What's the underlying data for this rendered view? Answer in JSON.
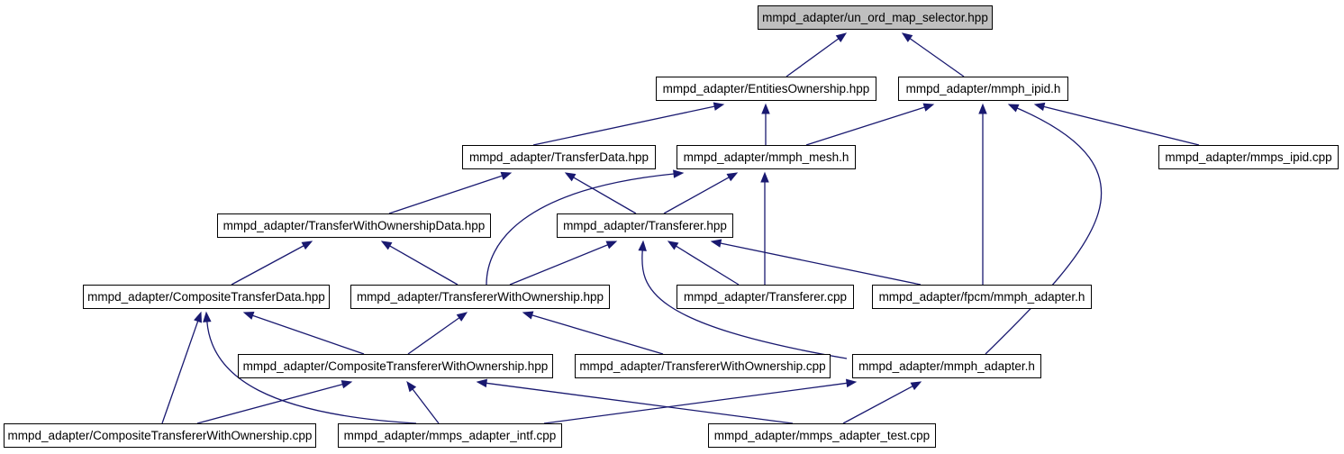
{
  "colors": {
    "edge": "#191970",
    "node_border": "#000000",
    "root_fill": "#bfbfbf"
  },
  "nodes": [
    {
      "id": "n0",
      "label": "mmpd_adapter/un_ord_map_selector.hpp",
      "root": true
    },
    {
      "id": "n1",
      "label": "mmpd_adapter/EntitiesOwnership.hpp"
    },
    {
      "id": "n2",
      "label": "mmpd_adapter/mmph_ipid.h"
    },
    {
      "id": "n3",
      "label": "mmpd_adapter/TransferData.hpp"
    },
    {
      "id": "n4",
      "label": "mmpd_adapter/mmph_mesh.h"
    },
    {
      "id": "n5",
      "label": "mmpd_adapter/mmps_ipid.cpp"
    },
    {
      "id": "n6",
      "label": "mmpd_adapter/TransferWithOwnershipData.hpp"
    },
    {
      "id": "n7",
      "label": "mmpd_adapter/Transferer.hpp"
    },
    {
      "id": "n8",
      "label": "mmpd_adapter/CompositeTransferData.hpp"
    },
    {
      "id": "n9",
      "label": "mmpd_adapter/TransfererWithOwnership.hpp"
    },
    {
      "id": "n10",
      "label": "mmpd_adapter/Transferer.cpp"
    },
    {
      "id": "n11",
      "label": "mmpd_adapter/fpcm/mmph_adapter.h"
    },
    {
      "id": "n12",
      "label": "mmpd_adapter/CompositeTransfererWithOwnership.hpp"
    },
    {
      "id": "n13",
      "label": "mmpd_adapter/TransfererWithOwnership.cpp"
    },
    {
      "id": "n14",
      "label": "mmpd_adapter/mmph_adapter.h"
    },
    {
      "id": "n15",
      "label": "mmpd_adapter/CompositeTransfererWithOwnership.cpp"
    },
    {
      "id": "n16",
      "label": "mmpd_adapter/mmps_adapter_intf.cpp"
    },
    {
      "id": "n17",
      "label": "mmpd_adapter/mmps_adapter_test.cpp"
    }
  ],
  "edges": [
    {
      "from": "n1",
      "to": "n0"
    },
    {
      "from": "n2",
      "to": "n0"
    },
    {
      "from": "n3",
      "to": "n1"
    },
    {
      "from": "n4",
      "to": "n1"
    },
    {
      "from": "n4",
      "to": "n2"
    },
    {
      "from": "n5",
      "to": "n2"
    },
    {
      "from": "n11",
      "to": "n2"
    },
    {
      "from": "n14",
      "to": "n2"
    },
    {
      "from": "n6",
      "to": "n3"
    },
    {
      "from": "n7",
      "to": "n3"
    },
    {
      "from": "n7",
      "to": "n4"
    },
    {
      "from": "n9",
      "to": "n4"
    },
    {
      "from": "n10",
      "to": "n4"
    },
    {
      "from": "n8",
      "to": "n6"
    },
    {
      "from": "n9",
      "to": "n6"
    },
    {
      "from": "n9",
      "to": "n7"
    },
    {
      "from": "n10",
      "to": "n7"
    },
    {
      "from": "n11",
      "to": "n7"
    },
    {
      "from": "n14",
      "to": "n7"
    },
    {
      "from": "n12",
      "to": "n8"
    },
    {
      "from": "n15",
      "to": "n8"
    },
    {
      "from": "n16",
      "to": "n8"
    },
    {
      "from": "n12",
      "to": "n9"
    },
    {
      "from": "n13",
      "to": "n9"
    },
    {
      "from": "n15",
      "to": "n12"
    },
    {
      "from": "n16",
      "to": "n12"
    },
    {
      "from": "n17",
      "to": "n12"
    },
    {
      "from": "n16",
      "to": "n14"
    },
    {
      "from": "n17",
      "to": "n14"
    }
  ]
}
